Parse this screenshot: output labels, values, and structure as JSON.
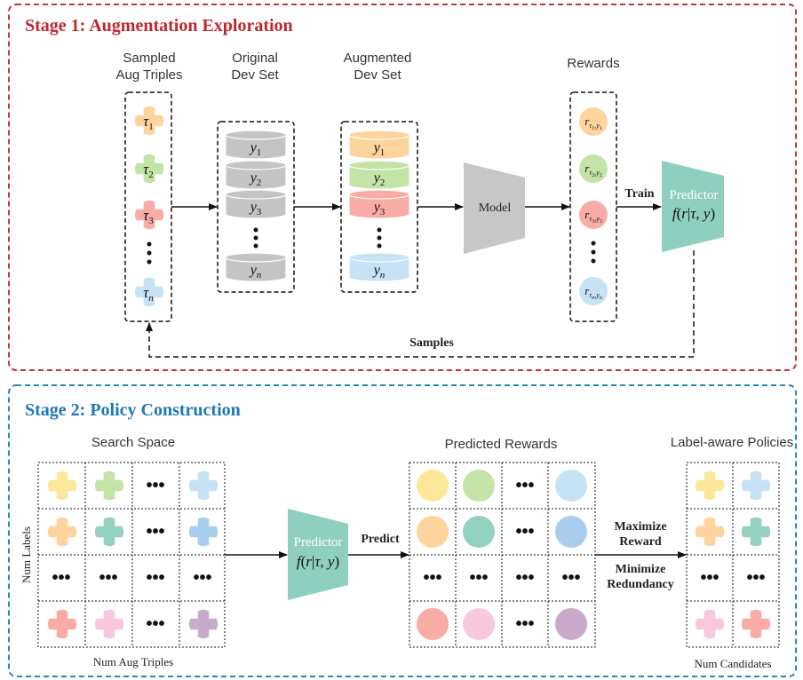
{
  "stage1": {
    "title": "Stage 1: Augmentation Exploration",
    "sampled_label": [
      "Sampled",
      "Aug Triples"
    ],
    "original_label": [
      "Original",
      "Dev Set"
    ],
    "augmented_label": [
      "Augmented",
      "Dev Set"
    ],
    "rewards_label": "Rewards",
    "taus": [
      "τ1",
      "τ2",
      "τ3",
      "τn"
    ],
    "ys": [
      "y1",
      "y2",
      "y3",
      "yn"
    ],
    "rewards": [
      "rτ1,y1",
      "rτ2,y2",
      "rτ3,y3",
      "rτn,yn"
    ],
    "model_label": "Model",
    "train_label": "Train",
    "predictor_label": "Predictor",
    "predictor_formula": "f(r|τ, y)",
    "samples_label": "Samples"
  },
  "stage2": {
    "title": "Stage 2: Policy Construction",
    "search_space_label": "Search Space",
    "predicted_rewards_label": "Predicted Rewards",
    "policies_label": "Label-aware Policies",
    "num_labels": "Num Labels",
    "num_aug_triples": "Num Aug Triples",
    "num_candidates": "Num Candidates",
    "predict_label": "Predict",
    "maximize_label": [
      "Maximize",
      "Reward"
    ],
    "minimize_label": [
      "Minimize",
      "Redundancy"
    ],
    "predictor_label": "Predictor",
    "predictor_formula": "f(r|τ, y)"
  },
  "colors": {
    "stage1_border": "#c8323c",
    "stage1_title": "#c0272d",
    "stage2_border": "#2a86b8",
    "stage2_title": "#1f78b4",
    "predictor": "#8fcfc0",
    "model": "#c7c7c7",
    "orange": "#fdd49e",
    "green": "#c4e3a6",
    "red": "#f9aca5",
    "blue": "#c6e2f5",
    "yellow": "#fde79a",
    "teal": "#93d1c1",
    "skyblue": "#a8cdee",
    "pink": "#f8c8dc",
    "purple": "#c8aacb"
  }
}
